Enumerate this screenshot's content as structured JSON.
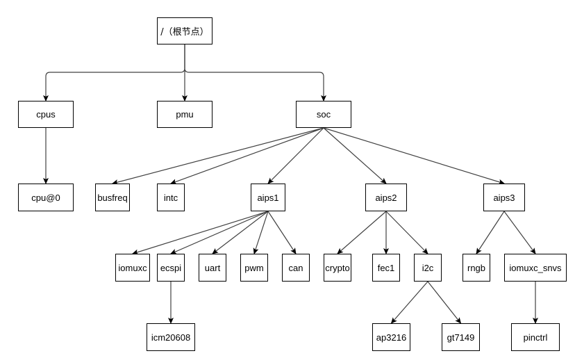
{
  "diagram": {
    "stroke_color": "#404040",
    "node_border_color": "#000000",
    "nodes": {
      "root": "/（根节点）",
      "cpus": "cpus",
      "pmu": "pmu",
      "soc": "soc",
      "cpu0": "cpu@0",
      "busfreq": "busfreq",
      "intc": "intc",
      "aips1": "aips1",
      "aips2": "aips2",
      "aips3": "aips3",
      "iomuxc": "iomuxc",
      "ecspi": "ecspi",
      "uart": "uart",
      "pwm": "pwm",
      "can": "can",
      "crypto": "crypto",
      "fec1": "fec1",
      "i2c": "i2c",
      "rngb": "rngb",
      "iomuxc_snvs": "iomuxc_snvs",
      "icm20608": "icm20608",
      "ap3216": "ap3216",
      "gt7149": "gt7149",
      "pinctrl": "pinctrl"
    },
    "edges": [
      [
        "root",
        "cpus"
      ],
      [
        "root",
        "pmu"
      ],
      [
        "root",
        "soc"
      ],
      [
        "cpus",
        "cpu0"
      ],
      [
        "soc",
        "busfreq"
      ],
      [
        "soc",
        "intc"
      ],
      [
        "soc",
        "aips1"
      ],
      [
        "soc",
        "aips2"
      ],
      [
        "soc",
        "aips3"
      ],
      [
        "aips1",
        "iomuxc"
      ],
      [
        "aips1",
        "ecspi"
      ],
      [
        "aips1",
        "uart"
      ],
      [
        "aips1",
        "pwm"
      ],
      [
        "aips1",
        "can"
      ],
      [
        "aips2",
        "crypto"
      ],
      [
        "aips2",
        "fec1"
      ],
      [
        "aips2",
        "i2c"
      ],
      [
        "aips3",
        "rngb"
      ],
      [
        "aips3",
        "iomuxc_snvs"
      ],
      [
        "ecspi",
        "icm20608"
      ],
      [
        "i2c",
        "ap3216"
      ],
      [
        "i2c",
        "gt7149"
      ],
      [
        "iomuxc_snvs",
        "pinctrl"
      ]
    ]
  }
}
